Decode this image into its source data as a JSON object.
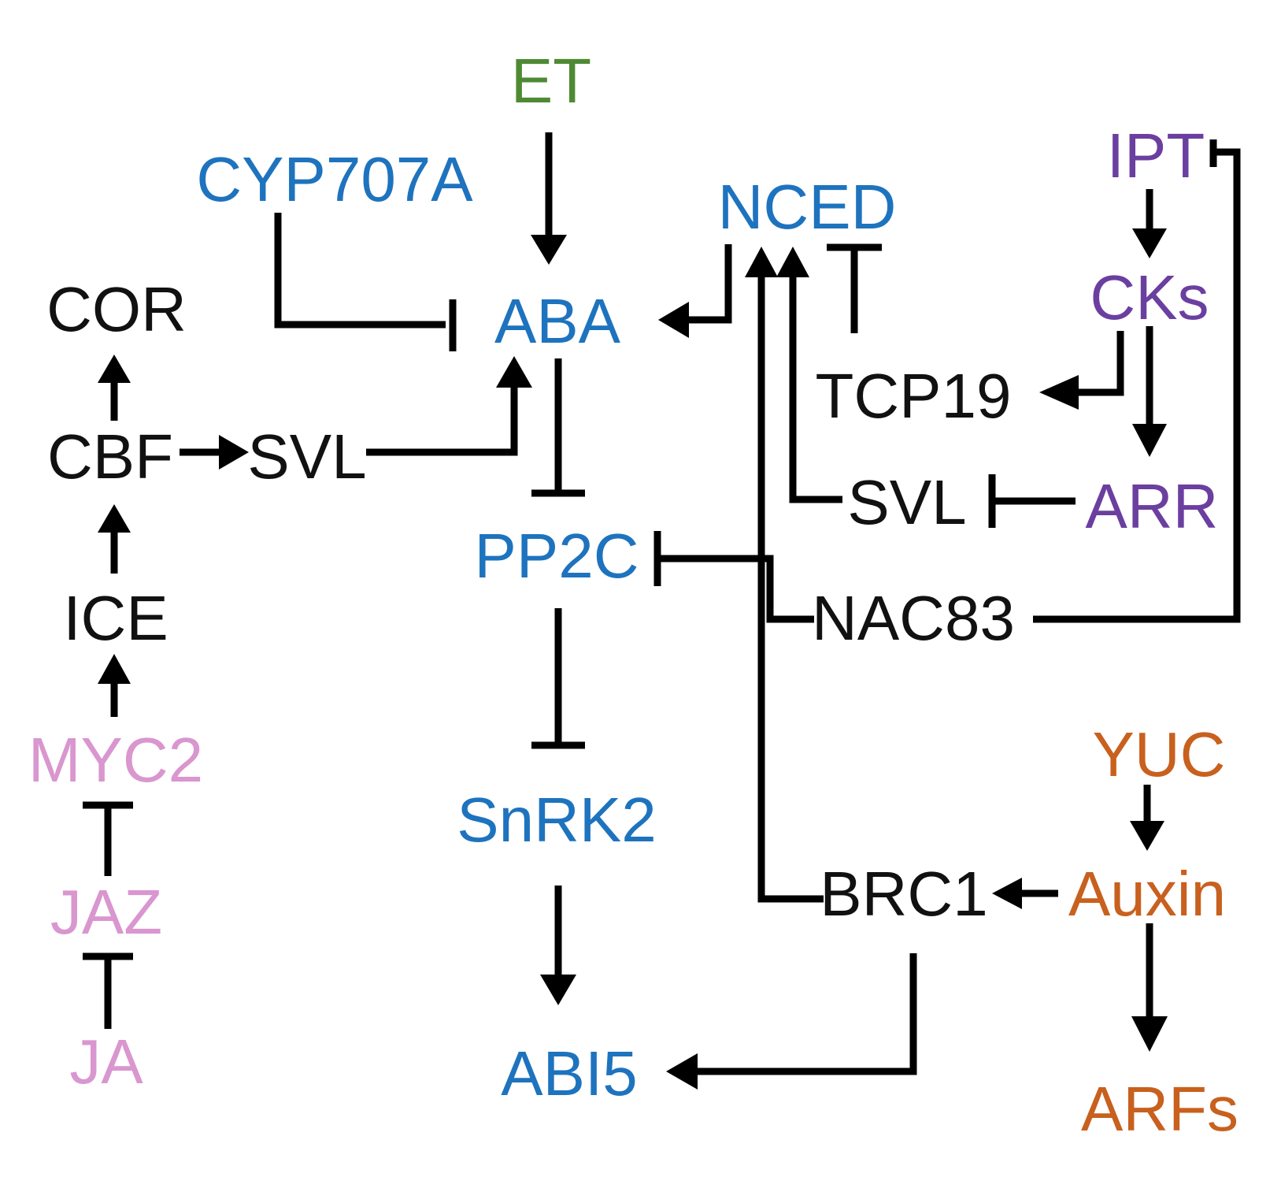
{
  "colors": {
    "aba_pathway": "#1E73BE",
    "ethylene": "#4E8A34",
    "cytokinin": "#6B3FA0",
    "auxin": "#C8601E",
    "jasmonate": "#D996CF",
    "neutral": "#111111"
  },
  "nodes": {
    "et": {
      "label": "ET",
      "group": "ethylene"
    },
    "cyp707a": {
      "label": "CYP707A",
      "group": "aba_pathway"
    },
    "nced": {
      "label": "NCED",
      "group": "aba_pathway"
    },
    "ipt": {
      "label": "IPT",
      "group": "cytokinin"
    },
    "cor": {
      "label": "COR",
      "group": "neutral"
    },
    "aba": {
      "label": "ABA",
      "group": "aba_pathway"
    },
    "cks": {
      "label": "CKs",
      "group": "cytokinin"
    },
    "tcp19": {
      "label": "TCP19",
      "group": "neutral"
    },
    "cbf": {
      "label": "CBF",
      "group": "neutral"
    },
    "svl_left": {
      "label": "SVL",
      "group": "neutral"
    },
    "svl_right": {
      "label": "SVL",
      "group": "neutral"
    },
    "arr": {
      "label": "ARR",
      "group": "cytokinin"
    },
    "pp2c": {
      "label": "PP2C",
      "group": "aba_pathway"
    },
    "ice": {
      "label": "ICE",
      "group": "neutral"
    },
    "nac83": {
      "label": "NAC83",
      "group": "neutral"
    },
    "myc2": {
      "label": "MYC2",
      "group": "jasmonate"
    },
    "yuc": {
      "label": "YUC",
      "group": "auxin"
    },
    "snrk2": {
      "label": "SnRK2",
      "group": "aba_pathway"
    },
    "jaz": {
      "label": "JAZ",
      "group": "jasmonate"
    },
    "brc1": {
      "label": "BRC1",
      "group": "neutral"
    },
    "auxin": {
      "label": "Auxin",
      "group": "auxin"
    },
    "ja": {
      "label": "JA",
      "group": "jasmonate"
    },
    "abi5": {
      "label": "ABI5",
      "group": "aba_pathway"
    },
    "arfs": {
      "label": "ARFs",
      "group": "auxin"
    }
  },
  "edges": [
    {
      "from": "et",
      "to": "aba",
      "type": "activates"
    },
    {
      "from": "cyp707a",
      "to": "aba",
      "type": "inhibits"
    },
    {
      "from": "nced",
      "to": "aba",
      "type": "activates"
    },
    {
      "from": "svl_left",
      "to": "aba",
      "type": "activates"
    },
    {
      "from": "cbf",
      "to": "svl_left",
      "type": "activates"
    },
    {
      "from": "cbf",
      "to": "cor",
      "type": "activates"
    },
    {
      "from": "ice",
      "to": "cbf",
      "type": "activates"
    },
    {
      "from": "myc2",
      "to": "ice",
      "type": "activates"
    },
    {
      "from": "jaz",
      "to": "myc2",
      "type": "inhibits"
    },
    {
      "from": "ja",
      "to": "jaz",
      "type": "inhibits"
    },
    {
      "from": "aba",
      "to": "pp2c",
      "type": "inhibits"
    },
    {
      "from": "pp2c",
      "to": "snrk2",
      "type": "inhibits"
    },
    {
      "from": "snrk2",
      "to": "abi5",
      "type": "activates"
    },
    {
      "from": "brc1",
      "to": "abi5",
      "type": "activates"
    },
    {
      "from": "brc1",
      "to": "nced",
      "type": "activates"
    },
    {
      "from": "svl_right",
      "to": "nced",
      "type": "activates"
    },
    {
      "from": "tcp19",
      "to": "nced",
      "type": "inhibits"
    },
    {
      "from": "ipt",
      "to": "cks",
      "type": "activates"
    },
    {
      "from": "cks",
      "to": "tcp19",
      "type": "activates"
    },
    {
      "from": "cks",
      "to": "arr",
      "type": "activates"
    },
    {
      "from": "arr",
      "to": "svl_right",
      "type": "inhibits"
    },
    {
      "from": "nac83",
      "to": "pp2c",
      "type": "inhibits"
    },
    {
      "from": "nac83",
      "to": "ipt",
      "type": "inhibits"
    },
    {
      "from": "yuc",
      "to": "auxin",
      "type": "activates"
    },
    {
      "from": "auxin",
      "to": "brc1",
      "type": "activates"
    },
    {
      "from": "auxin",
      "to": "arfs",
      "type": "activates"
    }
  ]
}
